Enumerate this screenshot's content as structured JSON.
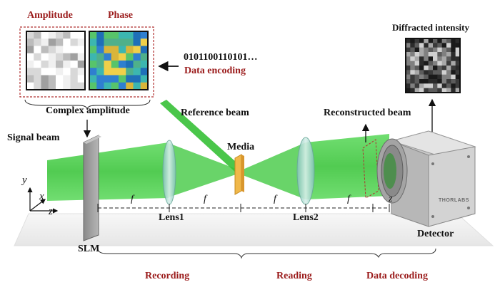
{
  "panels": {
    "amplitude_title": "Amplitude",
    "phase_title": "Phase",
    "bits": "0101100110101…",
    "encoding_label": "Data encoding",
    "complex_label": "Complex amplitude"
  },
  "beams": {
    "signal": "Signal beam",
    "reference": "Reference beam",
    "reconstructed": "Reconstructed beam",
    "media": "Media"
  },
  "optics": {
    "lens1": "Lens1",
    "lens2": "Lens2",
    "slm": "SLM",
    "detector": "Detector",
    "brand": "THORLABS"
  },
  "distances": {
    "f1": "f",
    "f2": "f",
    "f3": "f",
    "f4": "f",
    "z": "z"
  },
  "axes": {
    "y": "y",
    "x": "x",
    "z": "z"
  },
  "diffracted": {
    "title": "Diffracted intensity"
  },
  "phases": {
    "recording": "Recording",
    "reading": "Reading",
    "decoding": "Data decoding"
  },
  "colors": {
    "label_red": "#9b1c1c",
    "beam_green": "#3fcf3f",
    "lens_teal": "#9fd4c8",
    "media_amber": "#f0b84a"
  }
}
